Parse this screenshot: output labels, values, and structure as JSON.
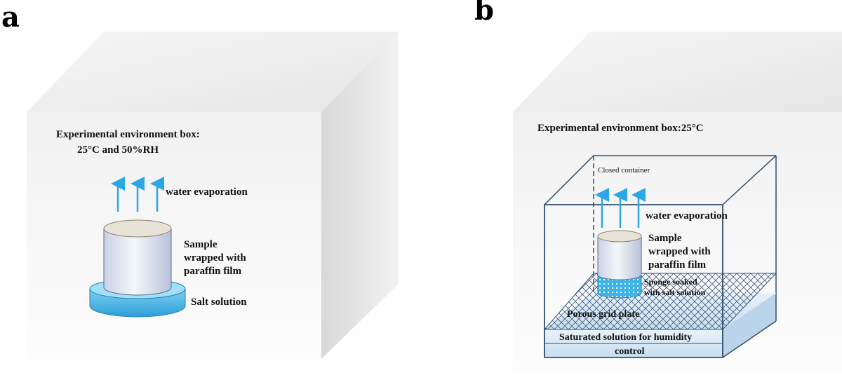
{
  "panel_a": {
    "letter": "a",
    "box_title_line1": "Experimental environment box:",
    "box_title_line2": "25°C and 50%RH",
    "evaporation_label": "water evaporation",
    "sample_line1": "Sample",
    "sample_line2": "wrapped with",
    "sample_line3": "paraffin film",
    "salt_label": "Salt solution"
  },
  "panel_b": {
    "letter": "b",
    "box_title": "Experimental environment box:25°C",
    "container_label": "Closed container",
    "evaporation_label": "water evaporation",
    "sample_line1": "Sample",
    "sample_line2": "wrapped with",
    "sample_line3": "paraffin film",
    "sponge_line1": "Sponge soaked",
    "sponge_line2": "with salt solution",
    "grid_label": "Porous grid plate",
    "solution_line1": "Saturated solution for humidity",
    "solution_line2": "control"
  },
  "colors": {
    "arrow": "#2aa7e4",
    "water": "#3aa8dc",
    "container_edge": "#2f4f6e",
    "cylinder_top": "#e9e2d6"
  }
}
